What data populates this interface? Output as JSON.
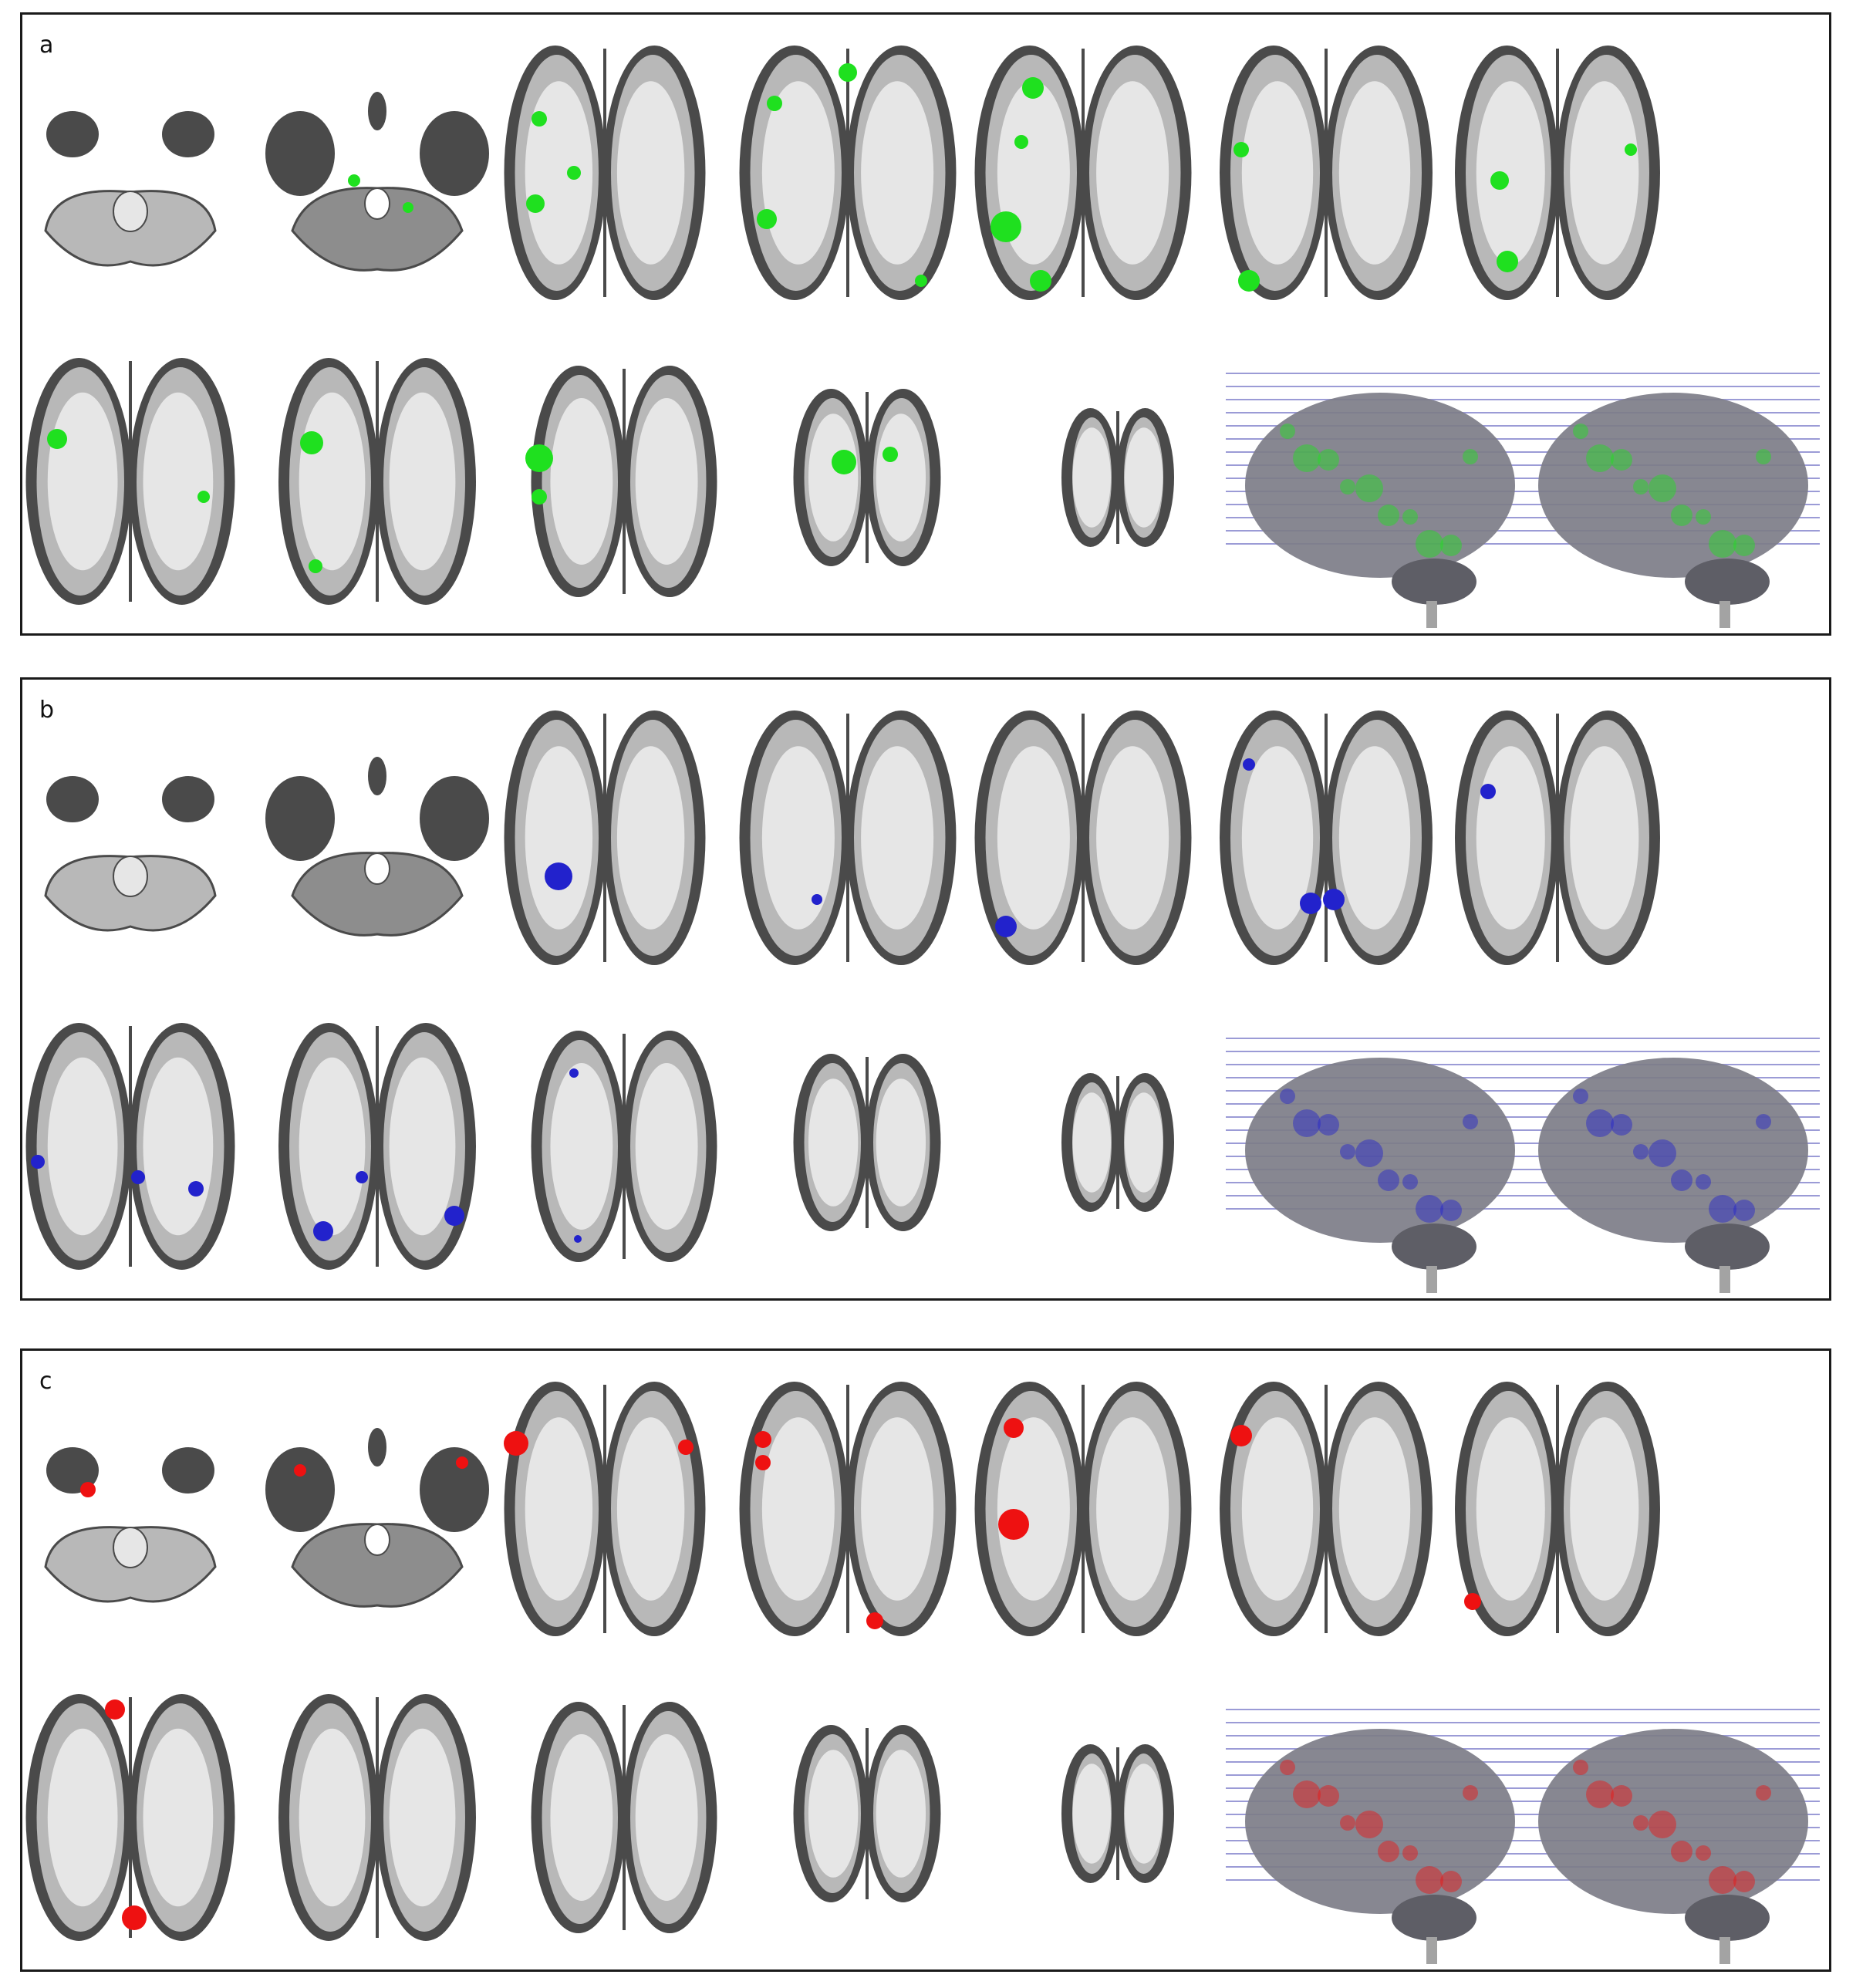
{
  "figure": {
    "panels": [
      {
        "id": "panel-a",
        "label": "a",
        "color": "#1fe01f"
      },
      {
        "id": "panel-b",
        "label": "b",
        "color": "#2222cc"
      },
      {
        "id": "panel-c",
        "label": "c",
        "color": "#ee1111"
      }
    ],
    "brain_colors": {
      "outer": "#4a4a4a",
      "inner": "#b8b8b8",
      "white_matter": "#e6e6e6",
      "render_surface": "#7d7d88",
      "guide_lines": "#9b9bd6"
    }
  }
}
